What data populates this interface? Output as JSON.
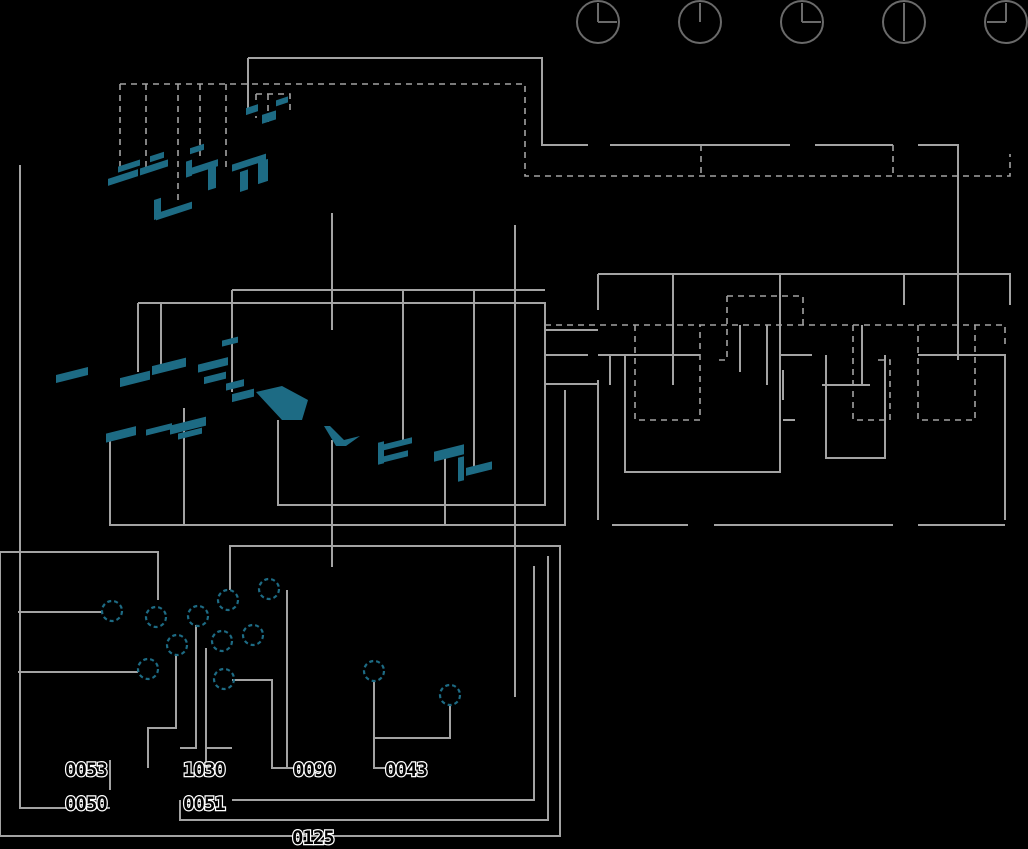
{
  "diagram": {
    "background": "#000000",
    "line_color": "#a3a3a3",
    "accent_color": "#1d6b84",
    "clock_color": "#6a6a6a",
    "labels": {
      "l1": "0053",
      "l2": "1030",
      "l3": "0090",
      "l4": "0043",
      "l5": "0050",
      "l6": "0051",
      "l7": "0125"
    }
  }
}
